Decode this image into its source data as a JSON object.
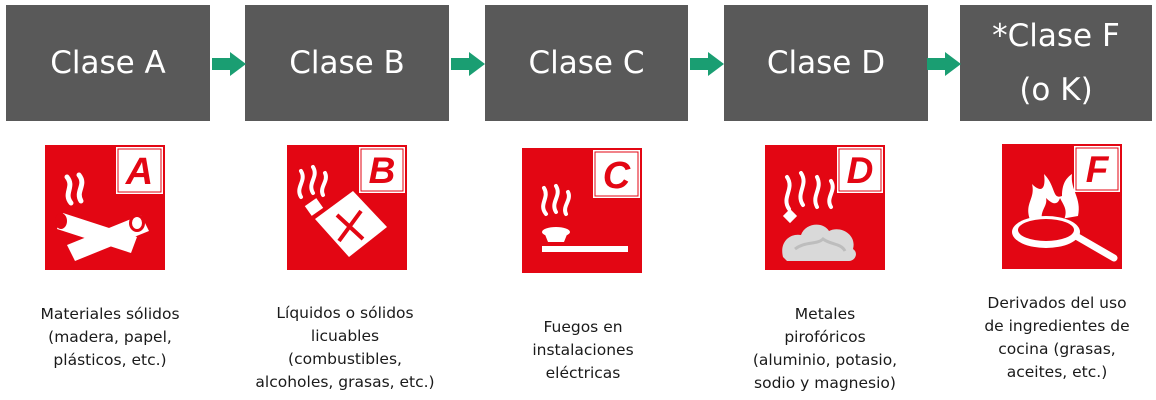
{
  "colors": {
    "header_bg": "#595959",
    "arrow": "#1a9e72",
    "icon_red": "#e30613",
    "letter_red": "#e30613"
  },
  "classes": [
    {
      "header": [
        "Clase A"
      ],
      "letter": "A",
      "icon": "burning-wood-icon",
      "description": [
        "Materiales sólidos",
        "(madera, papel,",
        "plásticos, etc.)"
      ]
    },
    {
      "header": [
        "Clase B"
      ],
      "letter": "B",
      "icon": "burning-fuel-can-icon",
      "description": [
        "Líquidos o sólidos",
        "licuables",
        "(combustibles,",
        "alcoholes, grasas, etc.)"
      ]
    },
    {
      "header": [
        "Clase C"
      ],
      "letter": "C",
      "icon": "electrical-fire-icon",
      "description": [
        "Fuegos en",
        "instalaciones",
        "eléctricas"
      ]
    },
    {
      "header": [
        "Clase D"
      ],
      "letter": "D",
      "icon": "burning-metal-icon",
      "description": [
        "Metales",
        "pirofóricos",
        "(aluminio, potasio,",
        "sodio y magnesio)"
      ]
    },
    {
      "header": [
        "*Clase F",
        "(o K)"
      ],
      "letter": "F",
      "icon": "burning-pan-icon",
      "description": [
        "Derivados del uso",
        "de ingredientes de",
        "cocina (grasas,",
        "aceites, etc.)"
      ]
    }
  ]
}
